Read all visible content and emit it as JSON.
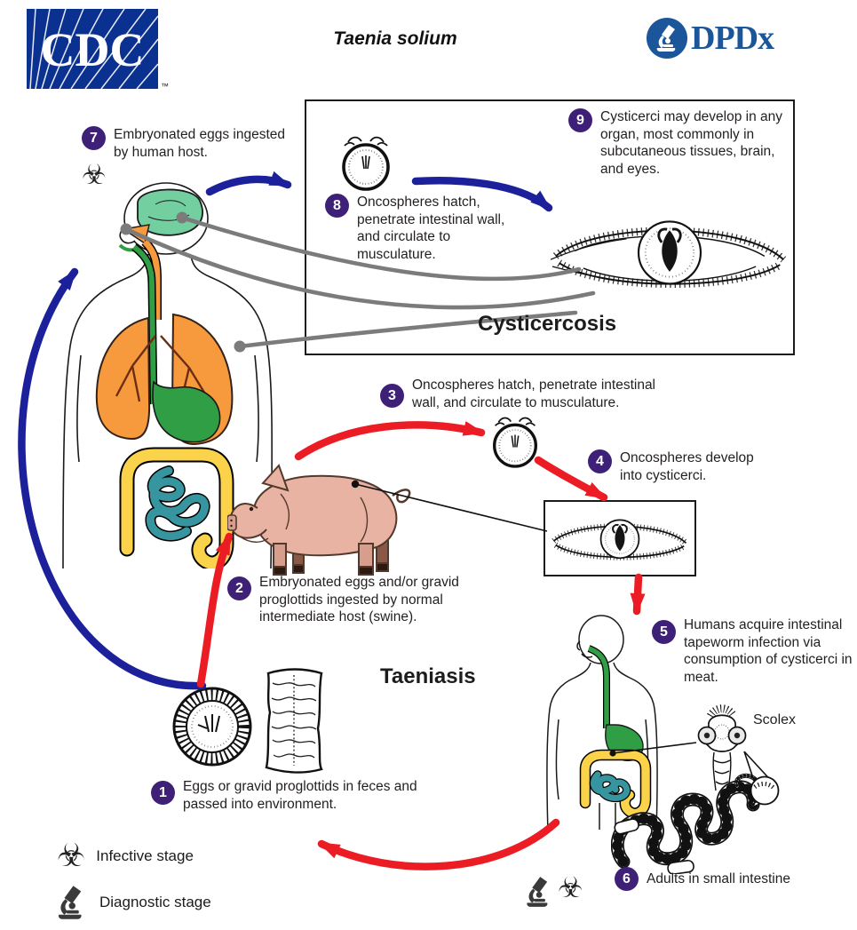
{
  "header": {
    "cdc": "CDC",
    "cdc_tm": "™",
    "title": "Taenia solium",
    "dpdx": "DPDx"
  },
  "sections": {
    "cysticercosis": "Cysticercosis",
    "taeniasis": "Taeniasis"
  },
  "steps": {
    "s1": {
      "num": "1",
      "text": "Eggs or gravid proglottids in feces and passed into environment."
    },
    "s2": {
      "num": "2",
      "text": "Embryonated eggs and/or gravid proglottids ingested by normal intermediate host (swine)."
    },
    "s3": {
      "num": "3",
      "text": "Oncospheres hatch, penetrate intestinal wall, and circulate to musculature."
    },
    "s4": {
      "num": "4",
      "text": "Oncospheres develop into cysticerci."
    },
    "s5": {
      "num": "5",
      "text": "Humans acquire intestinal tapeworm infection via consumption of cysticerci in meat."
    },
    "s6": {
      "num": "6",
      "text": "Adults in small intestine"
    },
    "s7": {
      "num": "7",
      "text": "Embryonated eggs ingested by human host."
    },
    "s8": {
      "num": "8",
      "text": "Oncospheres hatch, penetrate intestinal wall, and circulate to musculature."
    },
    "s9": {
      "num": "9",
      "text": "Cysticerci may develop in any organ, most commonly in subcutaneous tissues, brain, and eyes."
    }
  },
  "labels": {
    "scolex": "Scolex"
  },
  "legend": {
    "infective": "Infective stage",
    "diagnostic": "Diagnostic stage"
  },
  "icons": {
    "biohazard": "☣"
  },
  "colors": {
    "badge_purple": "#3e2176",
    "arrow_blue": "#1c219b",
    "arrow_red": "#ec1c24",
    "connector_gray": "#7b7b7b",
    "cdc_blue": "#0b3190",
    "dpdx_blue": "#1a5699",
    "brain_green": "#74cfa0",
    "lung_orange": "#f79a3d",
    "gut_green": "#2f9e44",
    "colon_yellow": "#fbd34b",
    "intestine_teal": "#3795a0",
    "pig_pink": "#e8b3a3"
  }
}
